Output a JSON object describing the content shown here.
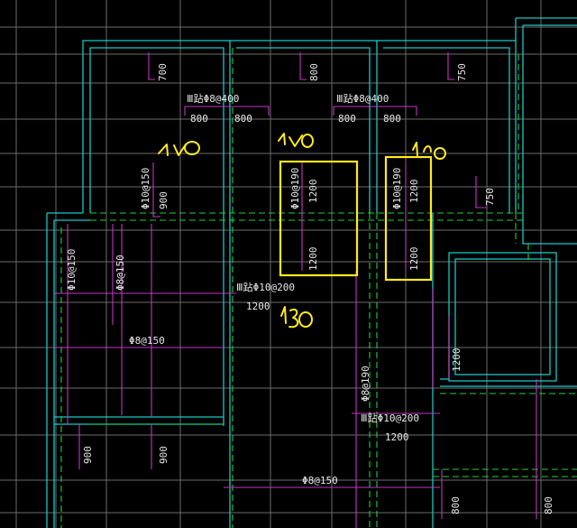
{
  "drawing": {
    "colors": {
      "background": "#000000",
      "grid": "#6b6b6b",
      "wall": "#19c5c5",
      "dashed_wall": "#1ecf3a",
      "rebar": "#c334c3",
      "text": "#e8e8e8",
      "markup": "#ffeb1a"
    },
    "labels": {
      "top_bar_1": "700",
      "top_bar_2": "800",
      "top_bar_3": "750",
      "neg_rebar_1": "Ⅲ跕Φ8@400",
      "neg_rebar_1_left": "800",
      "neg_rebar_1_right": "800",
      "neg_rebar_2": "Ⅲ跕Φ8@400",
      "neg_rebar_2_left": "800",
      "neg_rebar_2_right": "800",
      "room_left_spec": "Φ10@150",
      "room_left_len": "900",
      "mid_spec_1": "Φ10@190",
      "mid_len_1a": "1200",
      "mid_len_1b": "1200",
      "mid_spec_2": "Φ10@190",
      "mid_len_2a": "1200",
      "mid_len_2b": "1200",
      "right_len": "750",
      "left_col_spec": "Φ10@150",
      "left_mid_spec": "Φ8@150",
      "neg_rebar_3": "Ⅲ跕Φ10@200",
      "neg_rebar_3_len": "1200",
      "bottom_h_spec": "Φ8@150",
      "center_v_spec": "Φ8@190",
      "neg_rebar_4": "Ⅲ跕Φ10@200",
      "neg_rebar_4_len": "1200",
      "right_box_len": "1200",
      "bottom_len_1": "900",
      "bottom_len_2": "900",
      "bottom_spec": "Φ8@150",
      "bottom_right_1": "800",
      "bottom_right_2": "800"
    },
    "handwritten": {
      "note_1": "100",
      "note_2": "100",
      "note_3": "100",
      "note_4": "130"
    }
  }
}
